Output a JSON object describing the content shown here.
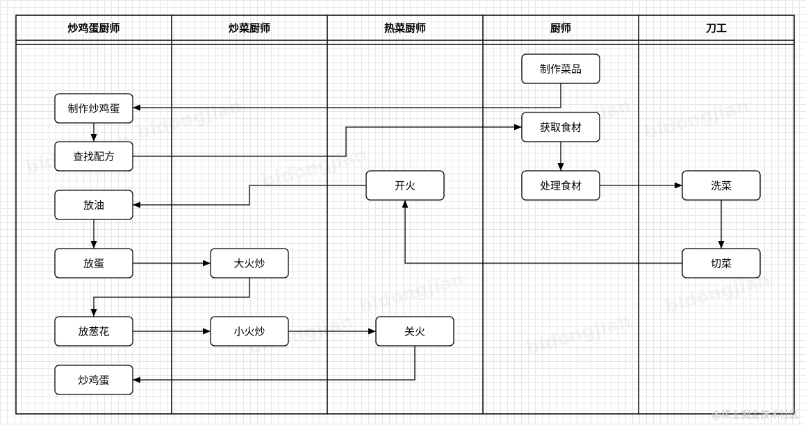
{
  "lanes": [
    {
      "id": "l1",
      "title": "炒鸡蛋厨师"
    },
    {
      "id": "l2",
      "title": "炒菜厨师"
    },
    {
      "id": "l3",
      "title": "热菜厨师"
    },
    {
      "id": "l4",
      "title": "厨师"
    },
    {
      "id": "l5",
      "title": "刀工"
    }
  ],
  "nodes": [
    {
      "id": "make_dish",
      "label": "制作菜品"
    },
    {
      "id": "make_egg",
      "label": "制作炒鸡蛋"
    },
    {
      "id": "get_ingredients",
      "label": "获取食材"
    },
    {
      "id": "find_recipe",
      "label": "查找配方"
    },
    {
      "id": "fire_on",
      "label": "开火"
    },
    {
      "id": "process_ingredients",
      "label": "处理食材"
    },
    {
      "id": "wash_veg",
      "label": "洗菜"
    },
    {
      "id": "add_oil",
      "label": "放油"
    },
    {
      "id": "add_egg",
      "label": "放蛋"
    },
    {
      "id": "big_fire",
      "label": "大火炒"
    },
    {
      "id": "cut_veg",
      "label": "切菜"
    },
    {
      "id": "add_scallion",
      "label": "放葱花"
    },
    {
      "id": "small_fire",
      "label": "小火炒"
    },
    {
      "id": "fire_off",
      "label": "关火"
    },
    {
      "id": "fried_egg",
      "label": "炒鸡蛋"
    }
  ],
  "edges": [
    {
      "from": "make_dish",
      "to": "make_egg"
    },
    {
      "from": "make_egg",
      "to": "find_recipe"
    },
    {
      "from": "find_recipe",
      "to": "get_ingredients"
    },
    {
      "from": "get_ingredients",
      "to": "process_ingredients"
    },
    {
      "from": "process_ingredients",
      "to": "wash_veg"
    },
    {
      "from": "wash_veg",
      "to": "cut_veg"
    },
    {
      "from": "cut_veg",
      "to": "fire_on"
    },
    {
      "from": "fire_on",
      "to": "add_oil"
    },
    {
      "from": "add_oil",
      "to": "add_egg"
    },
    {
      "from": "add_egg",
      "to": "big_fire"
    },
    {
      "from": "big_fire",
      "to": "add_scallion"
    },
    {
      "from": "add_scallion",
      "to": "small_fire"
    },
    {
      "from": "small_fire",
      "to": "fire_off"
    },
    {
      "from": "fire_off",
      "to": "fried_egg"
    }
  ],
  "watermark": {
    "footer": "@稀土掘金技术社区",
    "background": "bidongjian"
  },
  "colors": {
    "stroke": "#000000",
    "grid": "#e6e6e6",
    "background": "#ffffff"
  }
}
